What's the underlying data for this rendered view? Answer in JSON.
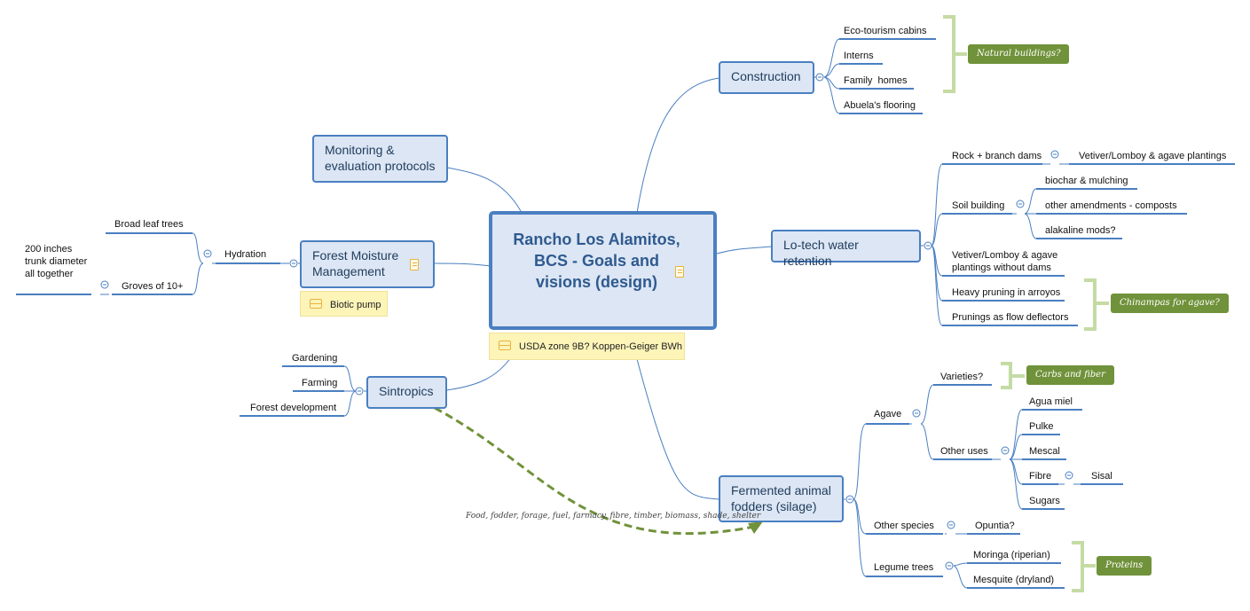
{
  "central": {
    "title": "Rancho Los Alamitos, BCS - Goals and visions (design)"
  },
  "central_note": "USDA zone 9B?  Koppen-Geiger BWh",
  "construction": {
    "label": "Construction",
    "items": [
      "Eco-tourism cabins",
      "Interns",
      "Family  homes",
      "Abuela's flooring"
    ],
    "boundary": "Natural buildings?"
  },
  "water": {
    "label": "Lo-tech water retention",
    "dams": "Rock + branch dams",
    "dams_child": "Vetiver/Lomboy & agave plantings",
    "soil": "Soil building",
    "soil_children": [
      "biochar & mulching",
      "other amendments - composts",
      "alakaline mods?"
    ],
    "vetiver": "Vetiver/Lomboy & agave plantings without dams",
    "pruning": "Heavy pruning in arroyos",
    "deflectors": "Prunings as flow deflectors",
    "boundary": "Chinampas for agave?"
  },
  "fodder": {
    "label": "Fermented animal fodders (silage)",
    "agave": "Agave",
    "varieties": "Varieties?",
    "varieties_boundary": "Carbs and fiber",
    "other_uses": "Other uses",
    "uses": [
      "Agua miel",
      "Pulke",
      "Mescal",
      "Fibre",
      "Sugars"
    ],
    "sisal": "Sisal",
    "other_species": "Other species",
    "opuntia": "Opuntia?",
    "legume": "Legume trees",
    "legumes": [
      "Moringa (riperian)",
      "Mesquite (dryland)"
    ],
    "legume_boundary": "Proteins"
  },
  "monitoring": {
    "label": "Monitoring & evaluation protocols"
  },
  "forest": {
    "label": "Forest Moisture Management",
    "note": "Biotic pump",
    "hydration": "Hydration",
    "broad": "Broad leaf trees",
    "groves": "Groves of 10+",
    "inches": "200 inches trunk diameter all together"
  },
  "sintropics": {
    "label": "Sintropics",
    "items": [
      "Gardening",
      "Farming",
      "Forest development"
    ]
  },
  "relationship": {
    "label": "Food, fodder, forage, fuel, farmacy, fibre, timber, biomass, shade, shelter"
  },
  "colors": {
    "topic_fill": "#dce6f4",
    "topic_border": "#4a7fc1",
    "line": "#4a7fc1",
    "boundary": "#c5dba4",
    "label": "#70923a",
    "note_fill": "#fdf4b8"
  }
}
